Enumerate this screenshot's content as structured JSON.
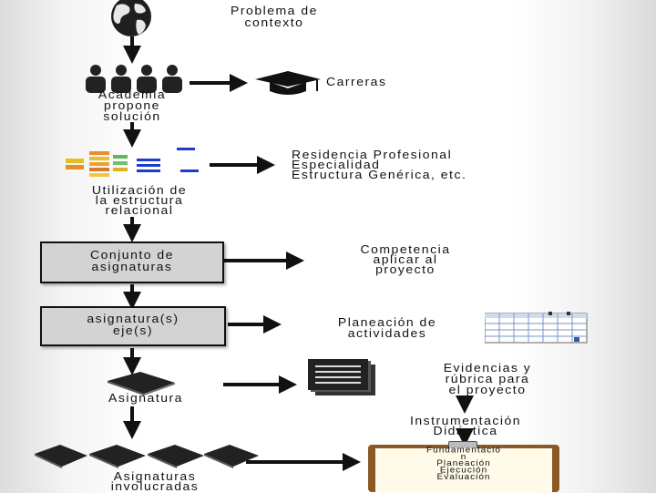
{
  "nodes": {
    "problema": "Problema de\ncontexto",
    "academia": "Academia\npropone\nsolución",
    "utilizacion": "Utilización de\nla estructura\nrelacional",
    "conjunto": "Conjunto de\nasignaturas",
    "asignatura_eje": "asignatura(s)\neje(s)",
    "asignatura": "Asignatura",
    "asignaturas_involucradas": "Asignaturas\ninvolucradas"
  },
  "outputs": {
    "carreras": "Carreras",
    "residencia": "Residencia Profesional\nEspecialidad\nEstructura Genérica, etc.",
    "competencia": "Competencia\naplicar al\nproyecto",
    "planeacion": "Planeación de\nactividades",
    "evidencias": "Evidencias y\nrúbrica para\nel proyecto",
    "instrumentacion": "Instrumentación\nDidáctica",
    "clipboard": "Fundamentació\nn\nPlaneación\nEjecución\nEvaluación"
  },
  "colors": {
    "box_fill": "#d3d3d3",
    "arrow": "#111111",
    "globe": "#222222",
    "clipboard_frame": "#8a5a24",
    "clipboard_paper": "#fffbe8"
  }
}
